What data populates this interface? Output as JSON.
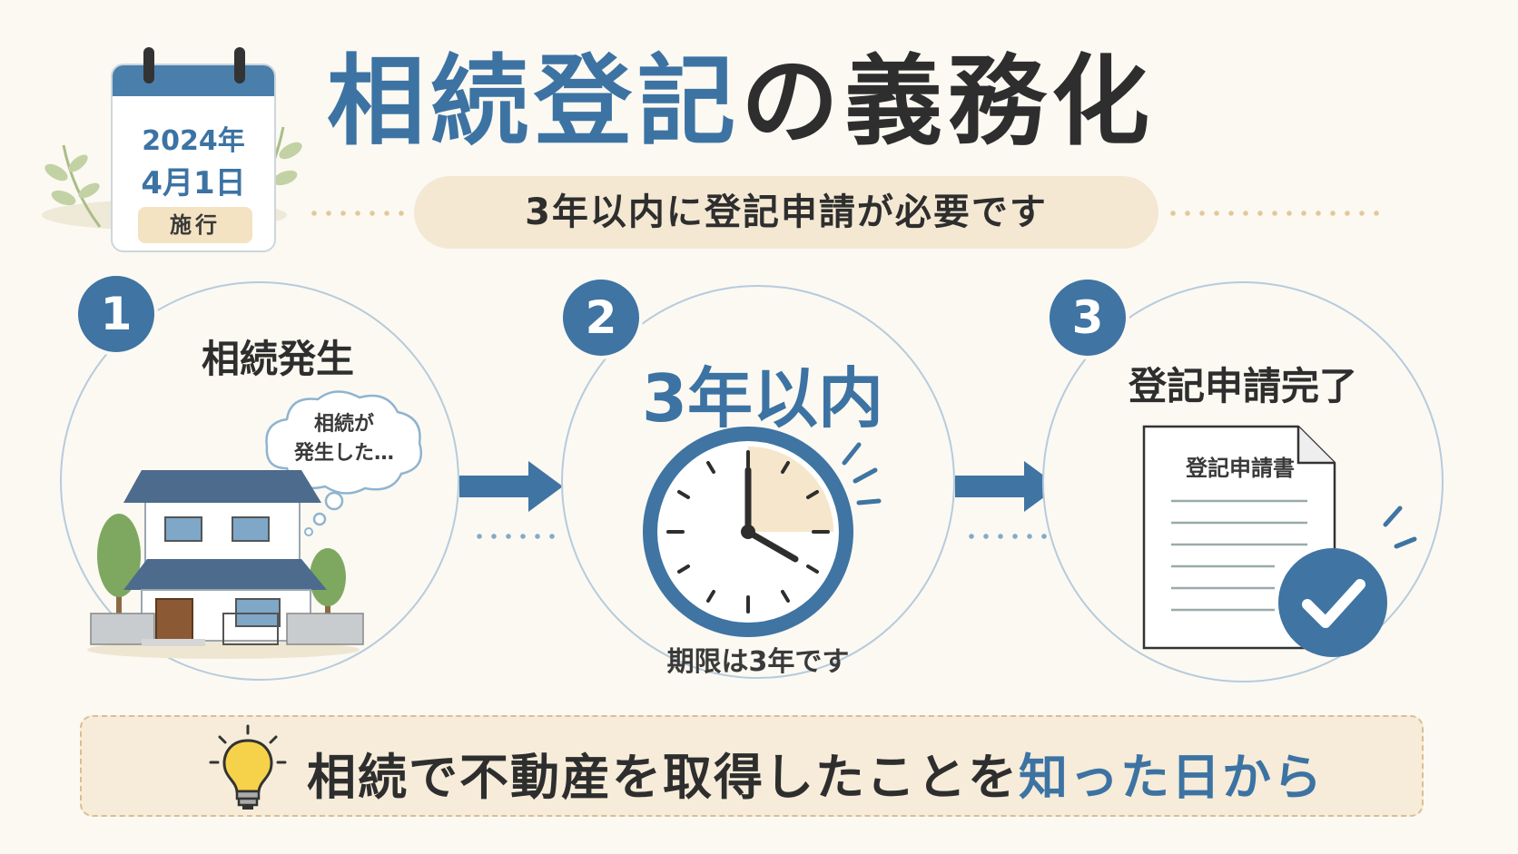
{
  "calendar": {
    "year": "2024年",
    "date": "4月1日",
    "badge": "施行"
  },
  "title": {
    "blue_part": "相続登記",
    "dark_part": "の義務化"
  },
  "subtitle": "3年以内に登記申請が必要です",
  "steps": [
    {
      "number": "1",
      "label": "相続発生",
      "bubble_line1": "相続が",
      "bubble_line2": "発生した…"
    },
    {
      "number": "2",
      "label": "3年以内",
      "caption": "期限は3年です"
    },
    {
      "number": "3",
      "label": "登記申請完了",
      "doc_title": "登記申請書"
    }
  ],
  "note": {
    "text_main": "相続で不動産を取得したことを",
    "text_highlight": "知った日から"
  },
  "icons": [
    "calendar-icon",
    "house-icon",
    "thought-bubble-icon",
    "clock-icon",
    "document-icon",
    "check-icon",
    "lightbulb-icon",
    "arrow-right-icon"
  ],
  "colors": {
    "primary": "#3c73a3",
    "accent_beige": "#f4e8d3",
    "background": "#fbf9f2"
  }
}
